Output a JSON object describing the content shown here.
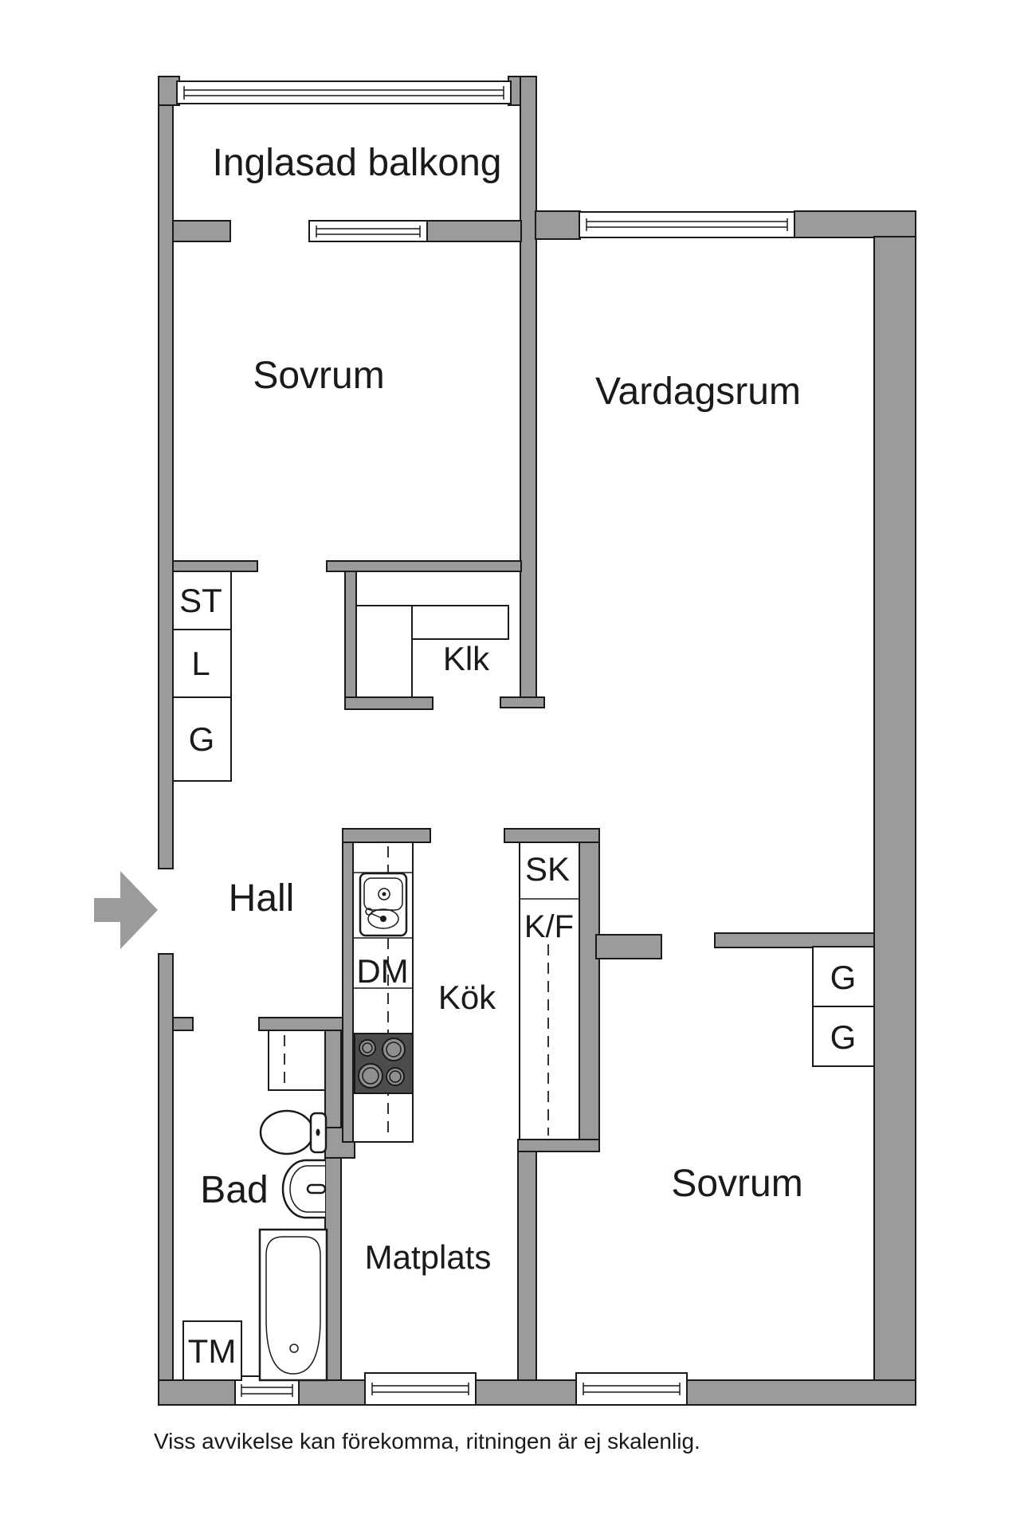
{
  "rooms": {
    "balcony": "Inglasad balkong",
    "bedroom1": "Sovrum",
    "living_room": "Vardagsrum",
    "hall": "Hall",
    "kitchen": "Kök",
    "bathroom": "Bad",
    "dining": "Matplats",
    "bedroom2": "Sovrum"
  },
  "closets": {
    "st": "ST",
    "l": "L",
    "g1": "G",
    "klk": "Klk",
    "g2": "G",
    "g3": "G"
  },
  "appliances": {
    "dishwasher": "DM",
    "tall_cabinet": "SK",
    "fridge_freezer": "K/F",
    "washing_machine": "TM"
  },
  "footer": {
    "disclaimer": "Viss avvikelse kan förekomma, ritningen är ej skalenlig."
  },
  "colors": {
    "wall": "#9a9b9d",
    "outline": "#1a1a1a",
    "stove": "#4c4c4c",
    "burner": "#8d8f90",
    "background": "#ffffff"
  }
}
